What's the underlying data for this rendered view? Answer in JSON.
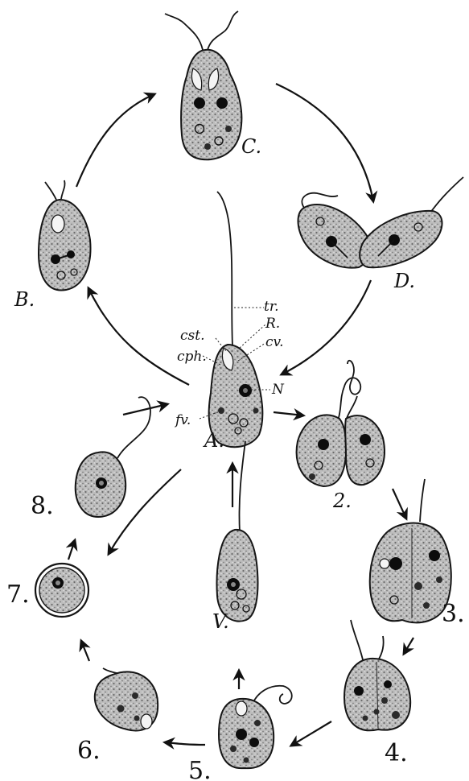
{
  "figure": {
    "labels": {
      "A": "A.",
      "B": "B.",
      "C": "C.",
      "D": "D.",
      "V": "V.",
      "n2": "2.",
      "n3": "3.",
      "n4": "4.",
      "n5": "5.",
      "n6": "6.",
      "n7": "7.",
      "n8": "8."
    },
    "parts": {
      "tr": "tr.",
      "R": "R.",
      "cst": "cst.",
      "cv": "cv.",
      "cph": "cph.",
      "N": "N",
      "fv": "fv."
    },
    "colors": {
      "ink": "#151515",
      "cell": "#b9b9b9",
      "nucleus": "#0c0c0c",
      "vacuole": "#f4f4f4"
    }
  }
}
